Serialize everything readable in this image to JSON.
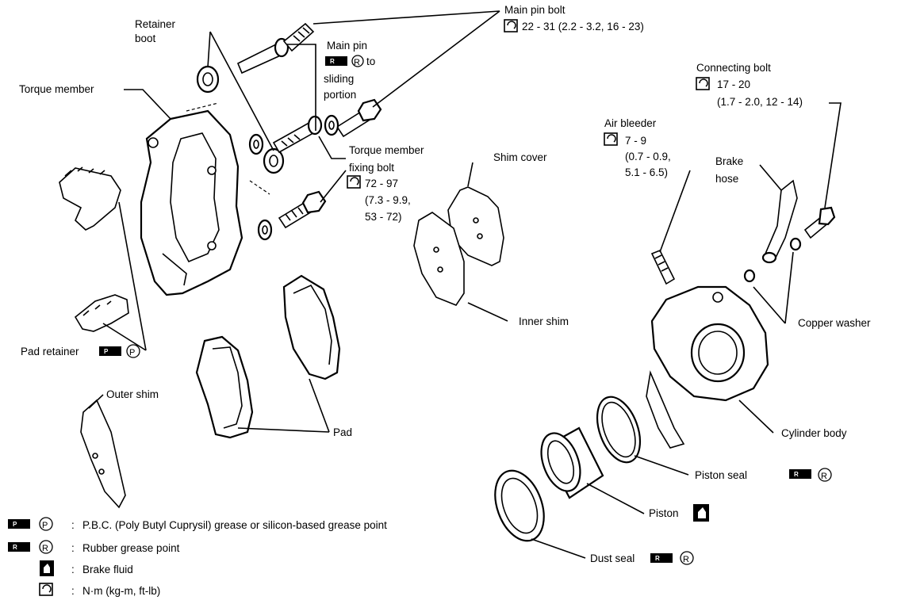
{
  "labels": {
    "retainer_boot_1": "Retainer",
    "retainer_boot_2": "boot",
    "torque_member": "Torque member",
    "main_pin_bolt": "Main pin bolt",
    "main_pin_bolt_torque": "22 - 31 (2.2 - 3.2, 16 - 23)",
    "main_pin_1": "Main pin",
    "main_pin_2": "to",
    "main_pin_3": "sliding",
    "main_pin_4": "portion",
    "connecting_bolt": "Connecting bolt",
    "connecting_bolt_t1": "17 - 20",
    "connecting_bolt_t2": "(1.7 - 2.0, 12 - 14)",
    "air_bleeder": "Air bleeder",
    "air_bleeder_t1": "7 - 9",
    "air_bleeder_t2": "(0.7 - 0.9,",
    "air_bleeder_t3": "5.1 - 6.5)",
    "torque_fix_1": "Torque member",
    "torque_fix_2": "fixing bolt",
    "torque_fix_t1": "72 - 97",
    "torque_fix_t2": "(7.3 - 9.9,",
    "torque_fix_t3": "53 - 72)",
    "shim_cover": "Shim cover",
    "brake_hose_1": "Brake",
    "brake_hose_2": "hose",
    "inner_shim": "Inner shim",
    "copper_washer": "Copper washer",
    "pad_retainer": "Pad retainer",
    "outer_shim": "Outer shim",
    "pad": "Pad",
    "cylinder_body": "Cylinder body",
    "piston_seal": "Piston seal",
    "piston": "Piston",
    "dust_seal": "Dust seal"
  },
  "legend": {
    "pbc": "P.B.C. (Poly Butyl Cuprysil) grease or silicon-based grease point",
    "rubber": "Rubber grease point",
    "brake_fluid": "Brake fluid",
    "torque_unit": "N·m (kg-m, ft-lb)",
    "colon": ":"
  },
  "symbols": {
    "p_letter": "P",
    "r_letter": "R"
  }
}
